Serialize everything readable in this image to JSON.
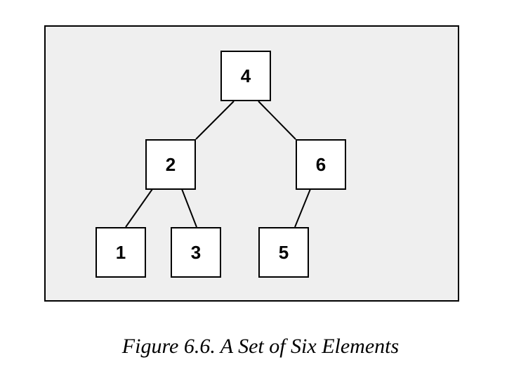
{
  "diagram": {
    "type": "binary-tree",
    "nodes": [
      {
        "id": "n4",
        "label": "4"
      },
      {
        "id": "n2",
        "label": "2"
      },
      {
        "id": "n6",
        "label": "6"
      },
      {
        "id": "n1",
        "label": "1"
      },
      {
        "id": "n3",
        "label": "3"
      },
      {
        "id": "n5",
        "label": "5"
      }
    ],
    "edges": [
      {
        "from": "n4",
        "to": "n2"
      },
      {
        "from": "n4",
        "to": "n6"
      },
      {
        "from": "n2",
        "to": "n1"
      },
      {
        "from": "n2",
        "to": "n3"
      },
      {
        "from": "n6",
        "to": "n5"
      }
    ]
  },
  "caption": "Figure 6.6. A Set of Six Elements"
}
